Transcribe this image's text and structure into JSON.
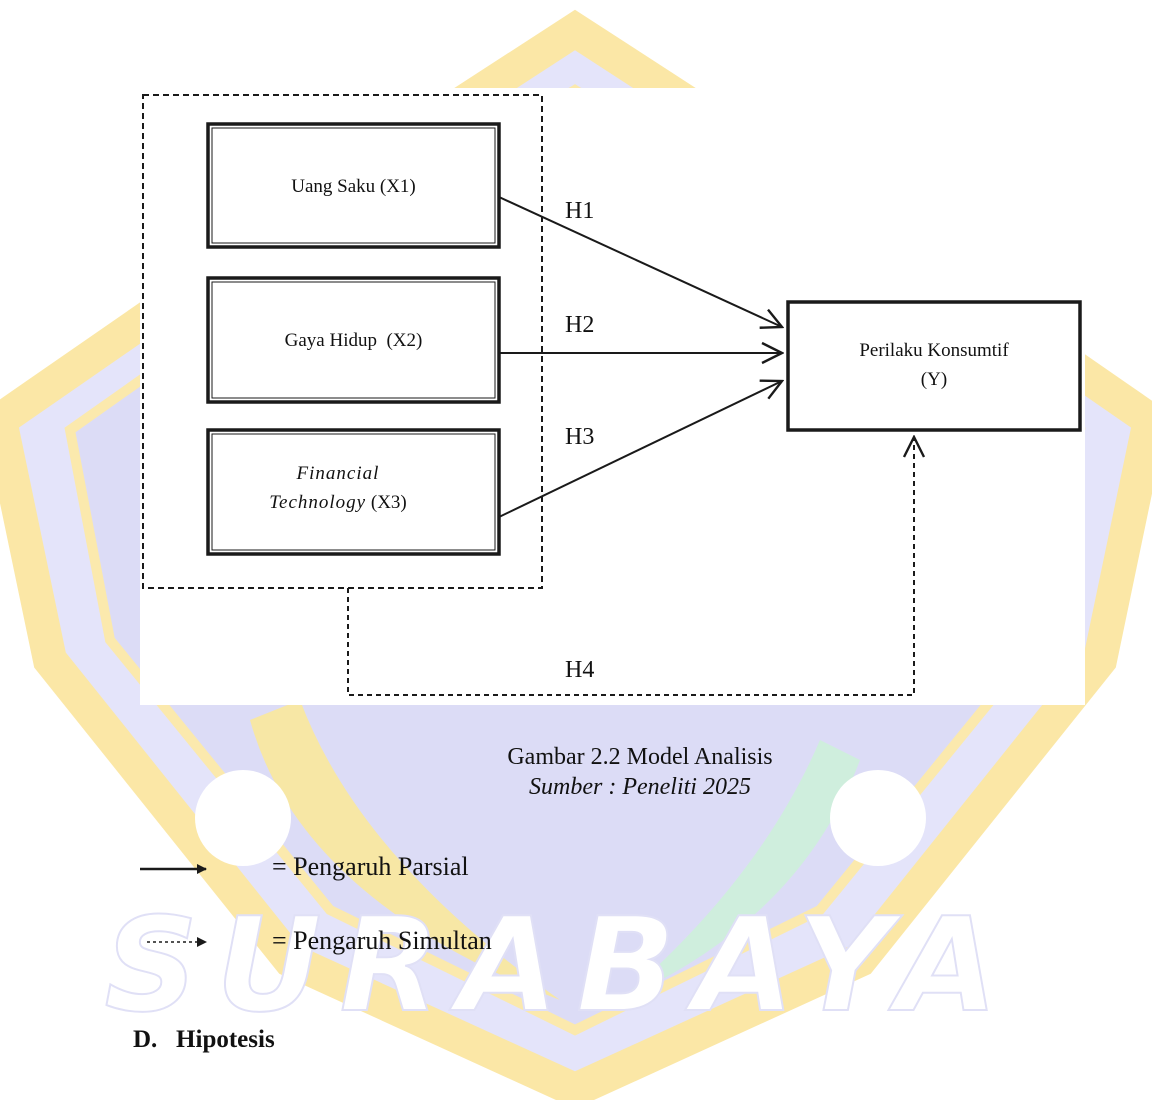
{
  "colors": {
    "watermark_yellow": "#fbe7a6",
    "watermark_blue": "#d9d9f7",
    "watermark_green": "#d7efe0",
    "line": "#1a1a1a"
  },
  "diagram": {
    "boxes": {
      "x1": "Uang Saku (X1)",
      "x2": "Gaya Hidup  (X2)",
      "x3_italic": "Financial Technology",
      "x3_suffix": " (X3)",
      "y_line1": "Perilaku Konsumtif",
      "y_line2": "(Y)"
    },
    "hypotheses": {
      "h1": "H1",
      "h2": "H2",
      "h3": "H3",
      "h4": "H4"
    }
  },
  "caption": {
    "title": "Gambar 2.2 Model Analisis",
    "source": "Sumber : Peneliti 2025"
  },
  "legend": {
    "partial": "= Pengaruh Parsial",
    "simultaneous": "= Pengaruh Simultan"
  },
  "section": {
    "heading": "D.   Hipotesis"
  },
  "watermark": {
    "text": "SURABAYA"
  }
}
